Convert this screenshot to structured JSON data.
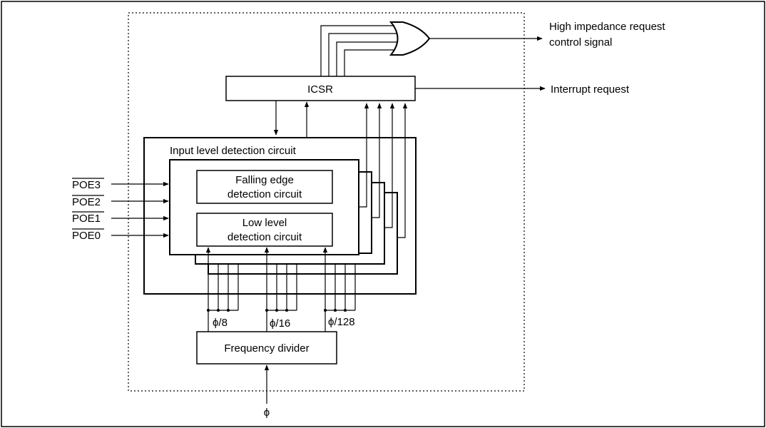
{
  "blocks": {
    "icsr": "ICSR",
    "input_level": "Input level detection circuit",
    "falling_edge_line1": "Falling edge",
    "falling_edge_line2": "detection circuit",
    "low_level_line1": "Low level",
    "low_level_line2": "detection circuit",
    "freq_divider": "Frequency divider"
  },
  "signals": {
    "high_imp_line1": "High impedance request",
    "high_imp_line2": "control signal",
    "interrupt": "Interrupt request",
    "clock": "ϕ",
    "div8": "ϕ/8",
    "div16": "ϕ/16",
    "div128": "ϕ/128"
  },
  "inputs": [
    "POE3",
    "POE2",
    "POE1",
    "POE0"
  ]
}
